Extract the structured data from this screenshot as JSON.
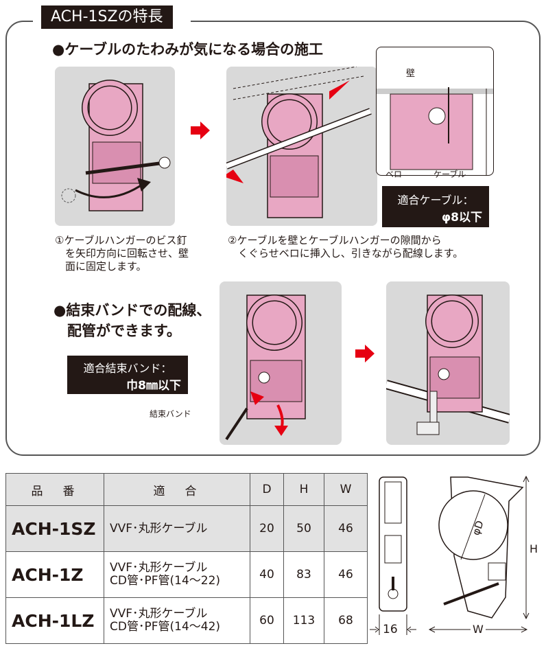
{
  "section_title": "ACH-1SZの特長",
  "heading1": "●ケーブルのたわみが気になる場合の施工",
  "callout_labels": {
    "wall": "壁",
    "bero": "ベロ",
    "cable": "ケーブル"
  },
  "cable_box": {
    "line1": "適合ケーブル：",
    "line2": "φ8以下"
  },
  "step1": [
    "①ケーブルハンガーのビス釘",
    "を矢印方向に回転させ、壁",
    "面に固定します。"
  ],
  "step2": [
    "②ケーブルを壁とケーブルハンガーの隙間から",
    "くぐらせベロに挿入し、引きながら配線します。"
  ],
  "heading2": [
    "●結束バンドでの配線、",
    "配管ができます。"
  ],
  "band_box": {
    "line1": "適合結束バンド：",
    "line2": "巾8㎜以下"
  },
  "band_label": "結束バンド",
  "table": {
    "headers": [
      "品　番",
      "適　合",
      "D",
      "H",
      "W"
    ],
    "rows": [
      {
        "code": "ACH-1SZ",
        "use": [
          "VVF･丸形ケーブル"
        ],
        "d": "20",
        "h": "50",
        "w": "46"
      },
      {
        "code": "ACH-1Z",
        "use": [
          "VVF･丸形ケーブル",
          "CD管･PF管(14～22)"
        ],
        "d": "40",
        "h": "83",
        "w": "46"
      },
      {
        "code": "ACH-1LZ",
        "use": [
          "VVF･丸形ケーブル",
          "CD管･PF管(14～42)"
        ],
        "d": "60",
        "h": "113",
        "w": "68"
      }
    ]
  },
  "dims": {
    "side_width": "16",
    "d": "φD",
    "h": "H",
    "w": "W"
  },
  "colors": {
    "product_pink": "#e8a7c3",
    "product_outline": "#231815",
    "arrow_red": "#e60012",
    "panel_gray": "#d9d9d9",
    "dark": "#231815"
  }
}
